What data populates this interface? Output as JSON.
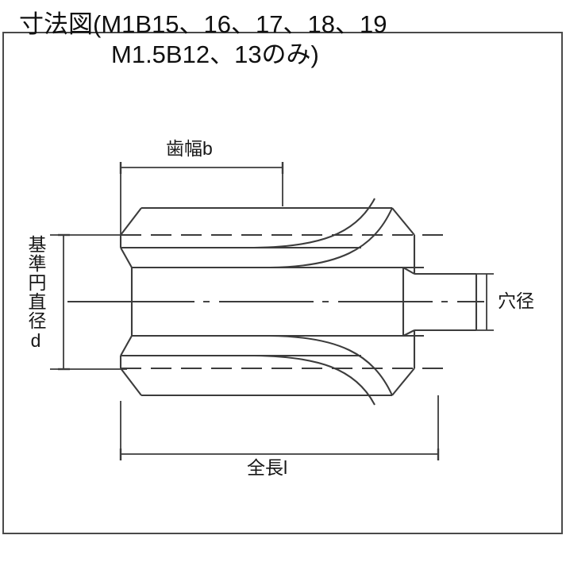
{
  "page": {
    "background_color": "#ffffff",
    "frame_border_color": "#4a4a4a",
    "line_color": "#3c3c3c",
    "text_color": "#101010"
  },
  "title": {
    "line1": "寸法図(M1B15、16、17、18、19",
    "line2": "M1.5B12、13のみ)",
    "full": "寸法図(M1B15、16、17、18、19 M1.5B12、13のみ)"
  },
  "dimensions": {
    "tooth_width": "歯幅b",
    "overall_length": "全長l",
    "hole_diameter": "穴径",
    "pitch_circle_diameter": "基準円直径d"
  },
  "drawing": {
    "type": "spur-gear-cross-section",
    "view": "side-elevation-half-section",
    "features": [
      "gear-tooth-outline",
      "chamfered-tooth-ends",
      "hub-boss",
      "bore-hole",
      "horizontal-centerline",
      "pitch-circle-dashed-lines"
    ]
  }
}
